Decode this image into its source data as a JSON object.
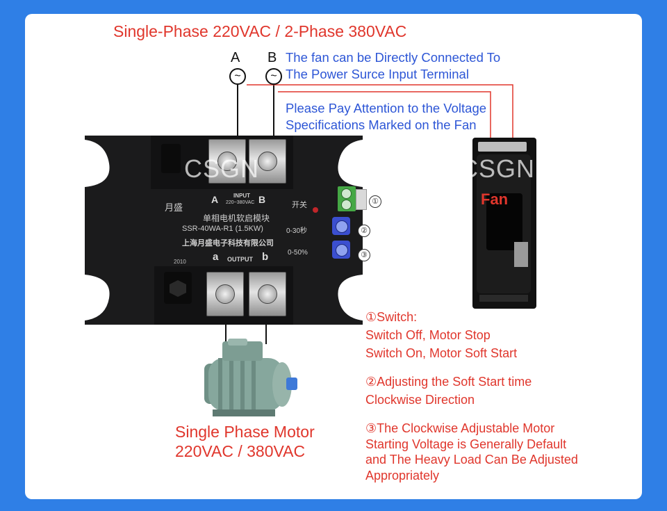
{
  "title": "Single-Phase 220VAC / 2-Phase 380VAC",
  "terminals": {
    "a": "A",
    "b": "B"
  },
  "fan_note": [
    "The fan can be Directly Connected To",
    "The Power Surce  Input Terminal"
  ],
  "voltage_note": [
    "Please Pay Attention to the Voltage",
    "Specifications Marked on the Fan"
  ],
  "watermark": "CSGN",
  "fan_label": "Fan",
  "module": {
    "brand": "月盛",
    "input_label": "INPUT",
    "input_range": "220~380VAC",
    "term_a": "A",
    "term_b": "B",
    "switch_label": "开关",
    "name_cn": "单相电机软启模块",
    "model": "SSR-40WA-R1 (1.5KW)",
    "time_range": "0-30秒",
    "company": "上海月盛电子科技有限公司",
    "percent": "0-50%",
    "year": "2010",
    "out_a": "a",
    "output_label": "OUTPUT",
    "out_b": "b"
  },
  "callouts": [
    "①",
    "②",
    "③"
  ],
  "motor_label": [
    "Single Phase Motor",
    "220VAC / 380VAC"
  ],
  "descriptions": {
    "switch": [
      "①Switch:",
      "Switch Off,  Motor Stop",
      "Switch On,  Motor Soft Start"
    ],
    "adjust_time": [
      "②Adjusting the Soft Start time",
      "Clockwise Direction"
    ],
    "voltage": [
      "③The Clockwise Adjustable  Motor",
      "Starting Voltage is Generally Default",
      "and The Heavy Load Can Be Adjusted",
      "Appropriately"
    ]
  },
  "colors": {
    "background": "#2f7fe6",
    "accent_red": "#e0362c",
    "accent_blue": "#2d56d6"
  }
}
